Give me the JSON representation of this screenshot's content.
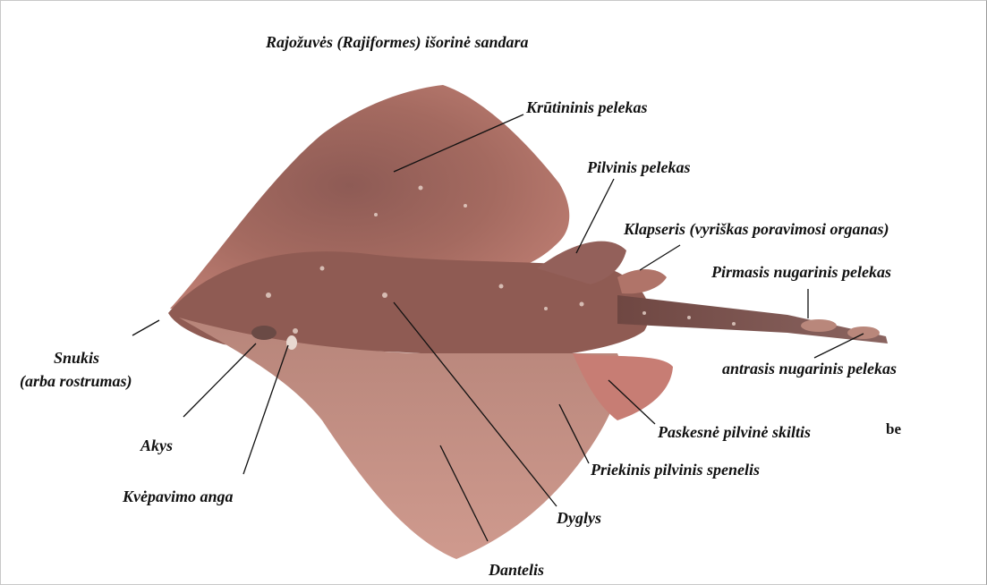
{
  "title": "Rajožuvės (Rajiformes) išorinė sandara",
  "colors": {
    "body": "#a1665c",
    "body_dark": "#6b3f3a",
    "belly": "#c98f84",
    "fin_edge": "#c77d74",
    "leader_line": "#111111",
    "text": "#111111"
  },
  "labels": {
    "krutininis": "Krūtininis pelekas",
    "pilvinis": "Pilvinis pelekas",
    "klapseris": "Klapseris (vyriškas poravimosi organas)",
    "pirmasis": "Pirmasis nugarinis pelekas",
    "antrasis": "antrasis nugarinis pelekas",
    "snukis_1": "Snukis",
    "snukis_2": "(arba rostrumas)",
    "akys": "Akys",
    "kvepavimo": "Kvėpavimo anga",
    "paskesne": "Paskesnė pilvinė skiltis",
    "be": "be",
    "priekinis": "Priekinis pilvinis spenelis",
    "dyglys": "Dyglys",
    "dantelis": "Dantelis"
  }
}
